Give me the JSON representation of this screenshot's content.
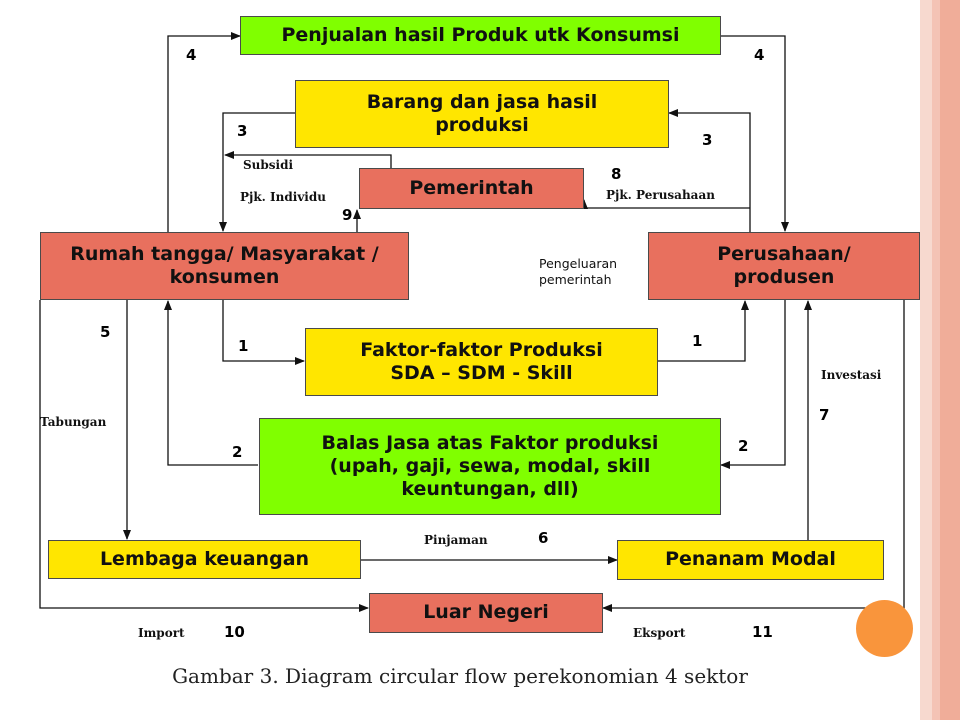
{
  "theme": {
    "green": "#80ff00",
    "yellow": "#ffe600",
    "red": "#e8705e",
    "circle": "#f9953c"
  },
  "boxes": {
    "penjualan": "Penjualan hasil  Produk utk Konsumsi",
    "barang": "Barang dan jasa hasil\nproduksi",
    "pemerintah": "Pemerintah",
    "rumah_tangga": "Rumah tangga/ Masyarakat /\nkonsumen",
    "perusahaan": "Perusahaan/\nprodusen",
    "faktor": "Faktor-faktor Produksi\nSDA – SDM  - Skill",
    "balas_jasa": "Balas Jasa atas Faktor produksi\n(upah, gaji, sewa, modal, skill\nkeuntungan, dll)",
    "lembaga": "Lembaga keuangan",
    "penanam": "Penanam Modal",
    "luar_negeri": "Luar Negeri"
  },
  "labels": {
    "subsidi": "Subsidi",
    "pjk_individu": "Pjk. Individu",
    "pjk_perusahaan": "Pjk. Perusahaan",
    "pengeluaran": "Pengeluaran\npemerintah",
    "tabungan": "Tabungan",
    "investasi": "Investasi",
    "pinjaman": "Pinjaman",
    "import": "Import",
    "eksport": "Eksport"
  },
  "numbers": {
    "n4_left": "4",
    "n4_right": "4",
    "n3_left": "3",
    "n3_right": "3",
    "n8": "8",
    "n9": "9",
    "n5": "5",
    "n1_left": "1",
    "n1_right": "1",
    "n7": "7",
    "n2_left": "2",
    "n2_right": "2",
    "n6": "6",
    "n10": "10",
    "n11": "11"
  },
  "caption": "Gambar 3. Diagram circular flow perekonomian 4 sektor"
}
